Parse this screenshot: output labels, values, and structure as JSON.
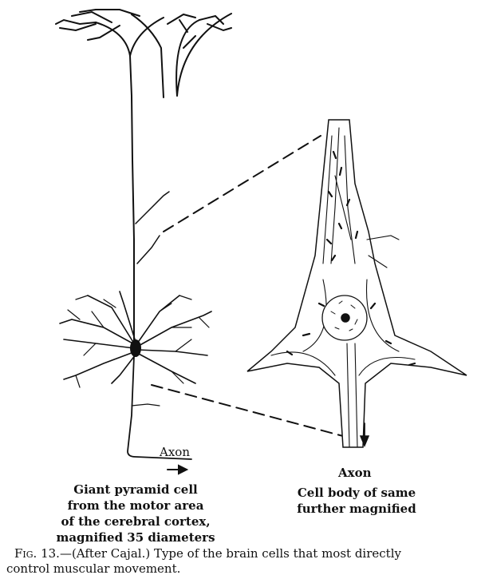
{
  "figure": {
    "left_axon_label": "Axon",
    "right_axon_label": "Axon",
    "left_caption": [
      "Giant pyramid cell",
      "from the motor area",
      "of the cerebral cortex,",
      "magnified 35 diameters"
    ],
    "right_caption": [
      "Cell body of same",
      "further magnified"
    ],
    "fig_number": "Fig. 13.",
    "caption_line1": "—(After Cajal.)  Type of the brain cells that most directly",
    "caption_line2": "control muscular movement."
  }
}
